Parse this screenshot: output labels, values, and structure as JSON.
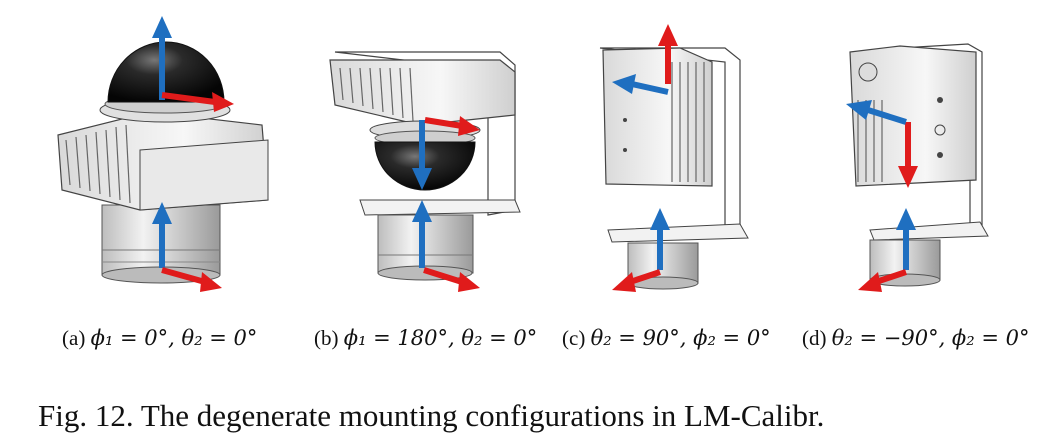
{
  "subfigures": [
    {
      "label": "(a)",
      "condition": "ϕ₁ = 0°, θ₂ = 0°"
    },
    {
      "label": "(b)",
      "condition": "ϕ₁ = 180°, θ₂ = 0°"
    },
    {
      "label": "(c)",
      "condition": "θ₂ = 90°, ϕ₂ = 0°"
    },
    {
      "label": "(d)",
      "condition": "θ₂ = −90°, ϕ₂ = 0°"
    }
  ],
  "caption": {
    "number": "Fig. 12.",
    "text": "The degenerate mounting configurations in LM-Calibr."
  },
  "colors": {
    "up_axis": "#1f6fc0",
    "side_axis": "#e01b1b",
    "dome": "#1a1a1a",
    "body_outline": "#333333"
  }
}
